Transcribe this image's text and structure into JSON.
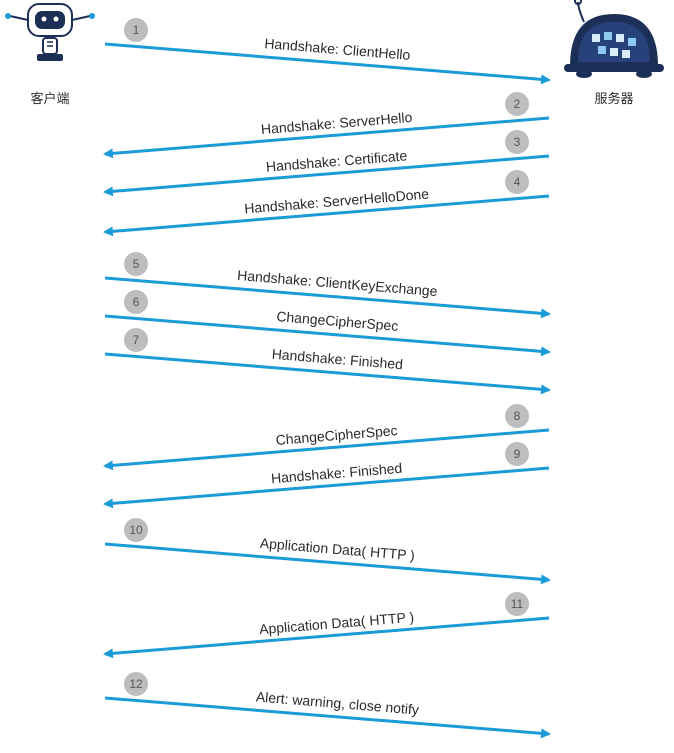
{
  "participants": {
    "client": {
      "label": "客户端",
      "icon": "client-robot-icon"
    },
    "server": {
      "label": "服务器",
      "icon": "server-robot-icon"
    }
  },
  "colors": {
    "arrow": "#1b9bd8",
    "step_badge": "#bdbdbd",
    "text": "#2b2b2b",
    "robot_dark": "#1c2f56",
    "robot_light": "#d9ecfa"
  },
  "messages": [
    {
      "step": "1",
      "label": "Handshake: ClientHello",
      "direction": "to-server"
    },
    {
      "step": "2",
      "label": "Handshake: ServerHello",
      "direction": "to-client"
    },
    {
      "step": "3",
      "label": "Handshake: Certificate",
      "direction": "to-client"
    },
    {
      "step": "4",
      "label": "Handshake: ServerHelloDone",
      "direction": "to-client"
    },
    {
      "step": "5",
      "label": "Handshake: ClientKeyExchange",
      "direction": "to-server"
    },
    {
      "step": "6",
      "label": "ChangeCipherSpec",
      "direction": "to-server"
    },
    {
      "step": "7",
      "label": "Handshake: Finished",
      "direction": "to-server"
    },
    {
      "step": "8",
      "label": "ChangeCipherSpec",
      "direction": "to-client"
    },
    {
      "step": "9",
      "label": "Handshake: Finished",
      "direction": "to-client"
    },
    {
      "step": "10",
      "label": "Application Data( HTTP )",
      "direction": "to-server"
    },
    {
      "step": "11",
      "label": "Application Data( HTTP )",
      "direction": "to-client"
    },
    {
      "step": "12",
      "label": "Alert: warning, close notify",
      "direction": "to-server"
    }
  ]
}
